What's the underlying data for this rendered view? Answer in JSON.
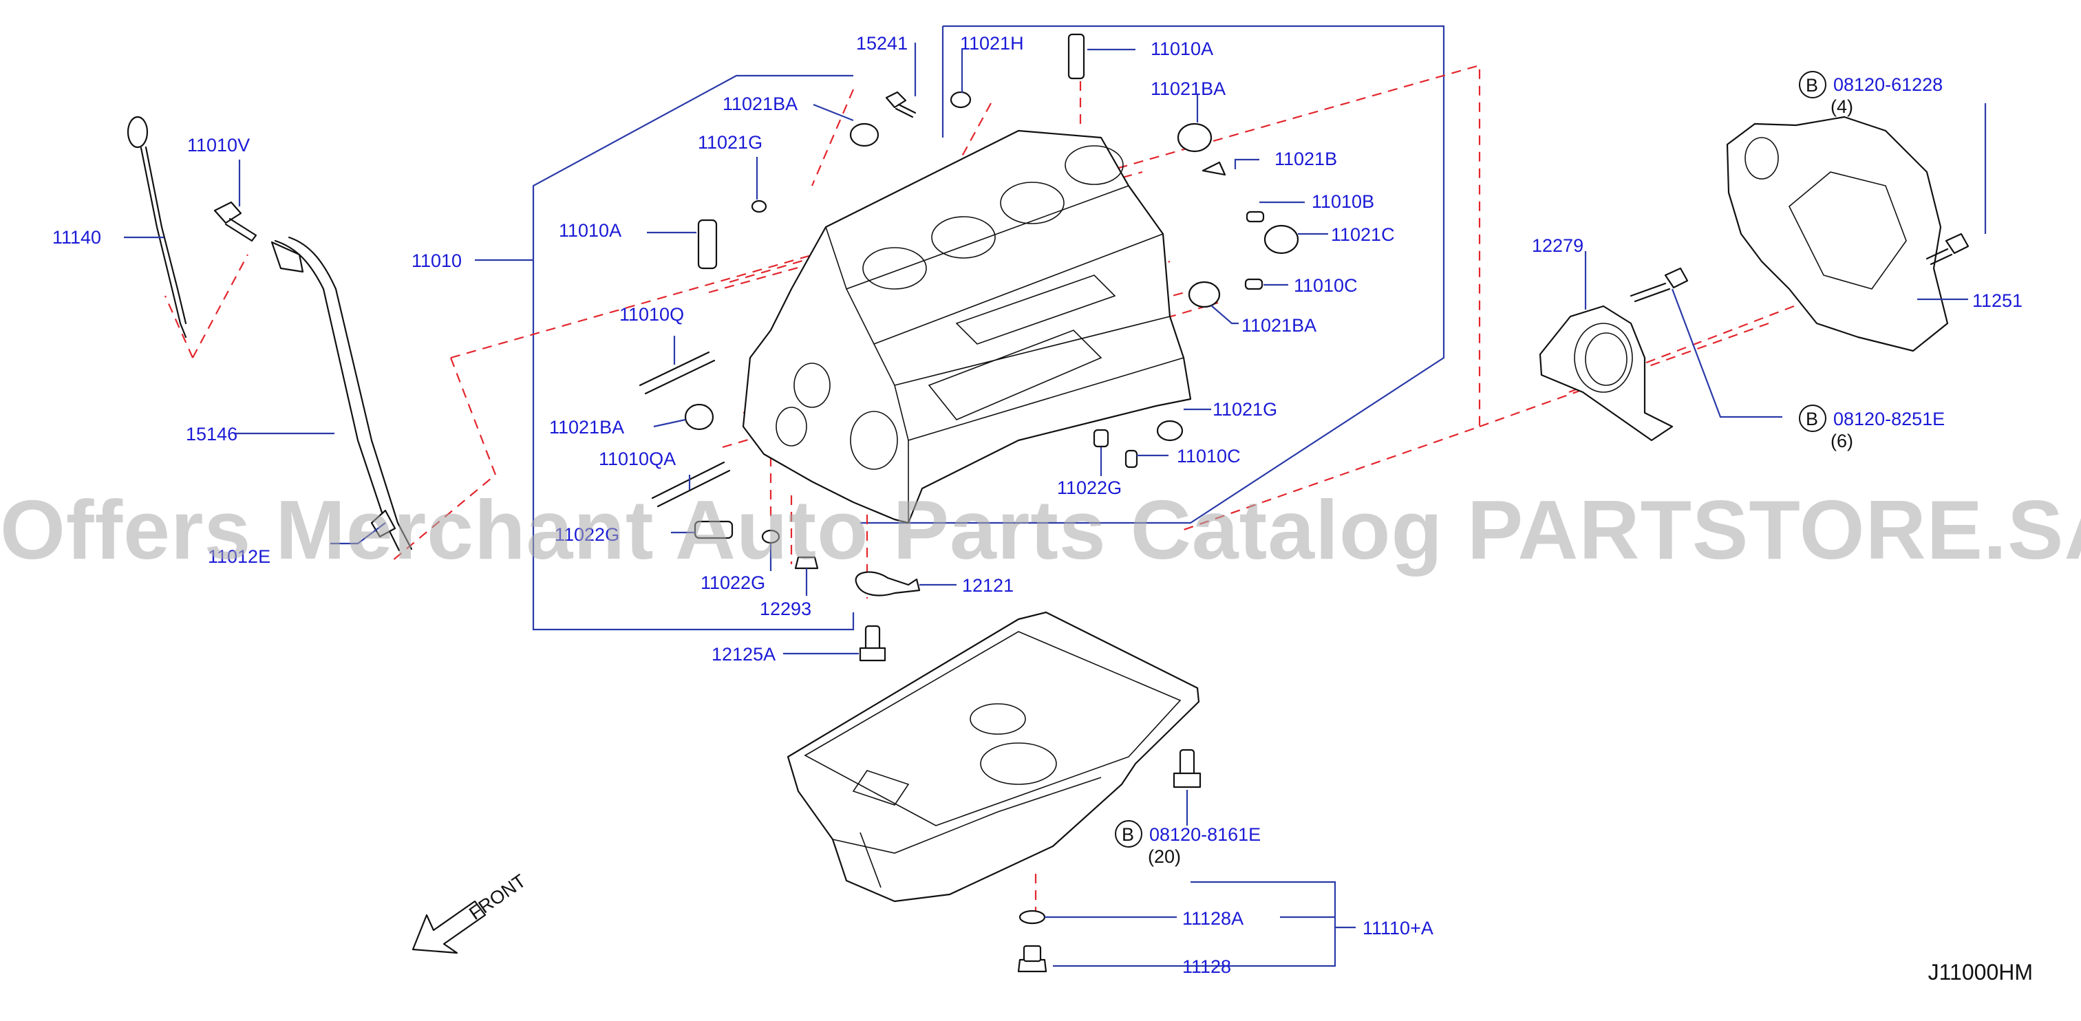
{
  "diagram": {
    "code": "J11000HM",
    "watermark": "Offers Merchant Auto Parts Catalog PARTSTORE.SA",
    "front_label": "FRONT",
    "bolt_marker": "B",
    "colors": {
      "label": "#1a1ad6",
      "leader": "#2a3aa8",
      "dashed": "#e3262d",
      "outline": "#111111"
    }
  },
  "labels": {
    "p15241": "15241",
    "p11021H": "11021H",
    "p11010A_top": "11010A",
    "p11021BA_a": "11021BA",
    "p11021BA_b": "11021BA",
    "p11010V": "11010V",
    "p11021G_a": "11021G",
    "p11021B": "11021B",
    "p11140": "11140",
    "p11010A_left": "11010A",
    "p11010B": "11010B",
    "p11021C": "11021C",
    "p11010": "11010",
    "p11010C_a": "11010C",
    "p11021BA_c": "11021BA",
    "p11010Q": "11010Q",
    "p15146": "15146",
    "p11021BA_d": "11021BA",
    "p11021G_b": "11021G",
    "p11010QA": "11010QA",
    "p11010C_b": "11010C",
    "p11022G_a": "11022G",
    "p11022G_b": "11022G",
    "p11022G_c": "11022G",
    "p11012E": "11012E",
    "p12293": "12293",
    "p12121": "12121",
    "p12125A": "12125A",
    "p12279": "12279",
    "p11251": "11251",
    "bolt1_code": "08120-61228",
    "bolt1_qty": "(4)",
    "bolt2_code": "08120-8251E",
    "bolt2_qty": "(6)",
    "bolt3_code": "08120-8161E",
    "bolt3_qty": "(20)",
    "p11128A": "11128A",
    "p11128": "11128",
    "p11110A": "11110+A"
  }
}
